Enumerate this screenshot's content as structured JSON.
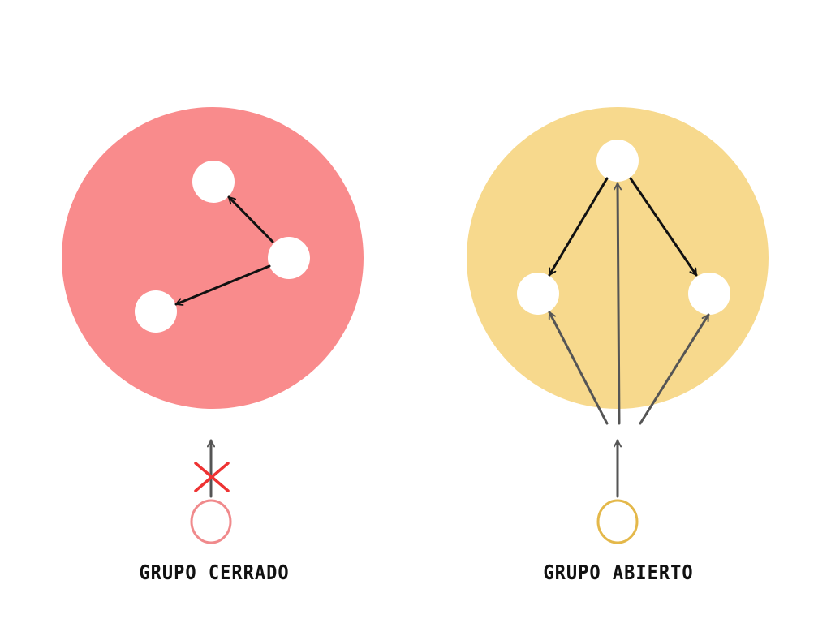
{
  "colors": {
    "closed_group_fill": "#F98B8C",
    "open_group_fill": "#F7D98D",
    "member_fill": "#FFFFFF",
    "internal_arrow": "#111111",
    "external_arrow": "#555555",
    "blocked_mark": "#EE3333",
    "closed_outsider_stroke": "#F08A8C",
    "open_outsider_stroke": "#E4B84A"
  },
  "closed_group": {
    "label": "GRUPO CERRADO",
    "access": "blocked"
  },
  "open_group": {
    "label": "GRUPO ABIERTO",
    "access": "allowed"
  }
}
